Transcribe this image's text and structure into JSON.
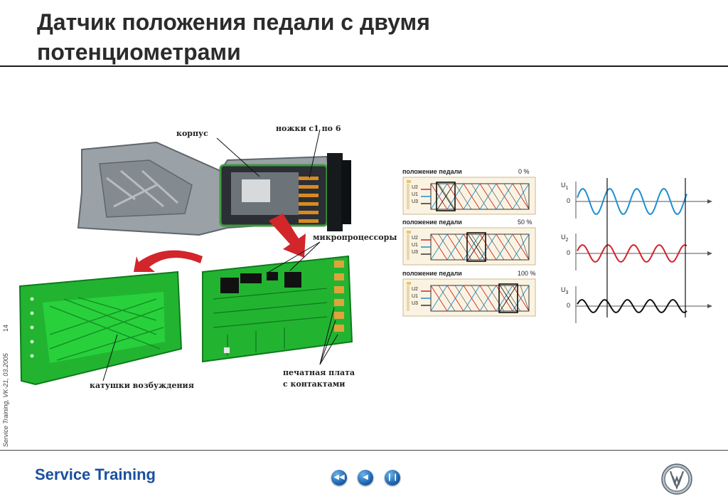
{
  "slide": {
    "title_line1": "Датчик положения педали с двумя",
    "title_line2": "потенциометрами",
    "side_text": "Service Training, VK-21, 03.2005",
    "page_number": "14"
  },
  "footer": {
    "brand": "Service Training",
    "nav_first_icon": "rewind-icon",
    "nav_prev_icon": "play-back-icon",
    "nav_pause_icon": "pause-icon",
    "logo": "VW"
  },
  "illustration": {
    "housing_label": "корпус",
    "pins_label": "ножки с1 по 6",
    "microprocessors_label": "микропроцессоры",
    "excitation_coils_label": "катушки возбуждения",
    "pcb_label_line1": "печатная плата",
    "pcb_label_line2": "с контактами"
  },
  "positions": {
    "label": "положение педали",
    "items": [
      {
        "percent": "0 %"
      },
      {
        "percent": "50 %"
      },
      {
        "percent": "100 %"
      }
    ],
    "terminals": [
      "U2",
      "U1",
      "U3"
    ]
  },
  "signals": {
    "zero": "0",
    "series": [
      {
        "sym": "U",
        "sub": "1",
        "color": "#1f8fd0"
      },
      {
        "sym": "U",
        "sub": "2",
        "color": "#d2232a"
      },
      {
        "sym": "U",
        "sub": "3",
        "color": "#111111"
      }
    ]
  }
}
